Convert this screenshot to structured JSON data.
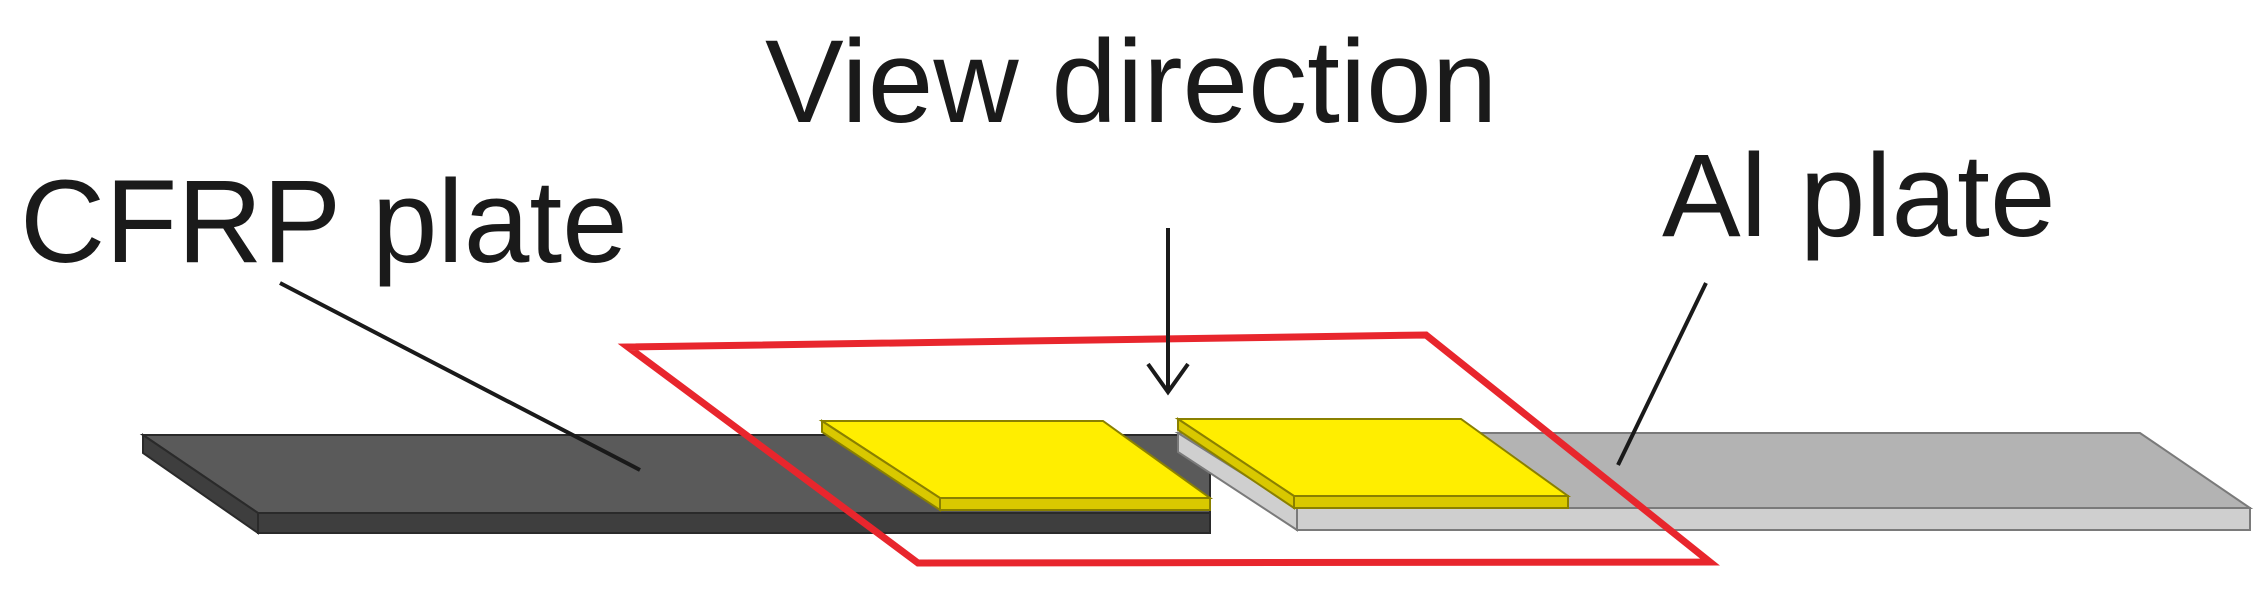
{
  "labels": {
    "view_direction": "View direction",
    "cfrp_plate": "CFRP plate",
    "al_plate": "Al plate"
  },
  "colors": {
    "cfrp_top": "#5a5a5a",
    "cfrp_side": "#3e3e3e",
    "al_top": "#b3b3b3",
    "al_side": "#cfcfcf",
    "adhesive_top": "#ffee00",
    "adhesive_side": "#d9c800",
    "frame": "#e8262d",
    "line": "#1a1a1a"
  }
}
